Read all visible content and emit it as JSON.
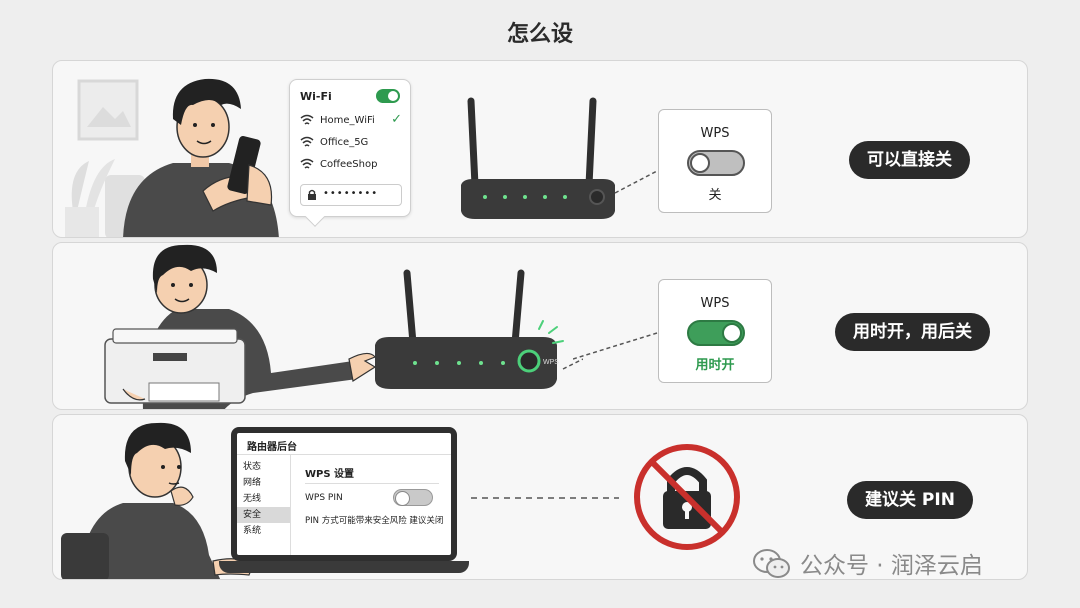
{
  "title": "怎么设",
  "rows": [
    {
      "wifi_card": {
        "header": "Wi-Fi",
        "networks": [
          "Home_WiFi",
          "Office_5G",
          "CoffeeShop"
        ],
        "password": "••••••••"
      },
      "wps": {
        "label": "WPS",
        "state": "关"
      },
      "pill": "可以直接关"
    },
    {
      "router_tag": "WPS",
      "wps": {
        "label": "WPS",
        "state": "用时开"
      },
      "pill": "用时开，用后关"
    },
    {
      "admin": {
        "header": "路由器后台",
        "menu": [
          "状态",
          "网络",
          "无线",
          "安全",
          "系统"
        ],
        "section_title": "WPS 设置",
        "pin_label": "WPS PIN",
        "note": "PIN 方式可能带来安全风险 建议关闭"
      },
      "pill": "建议关 PIN"
    }
  ],
  "watermark": "公众号 · 润泽云启",
  "colors": {
    "green": "#2e9a4f",
    "dark": "#2a2a2a",
    "red": "#c9302c"
  }
}
